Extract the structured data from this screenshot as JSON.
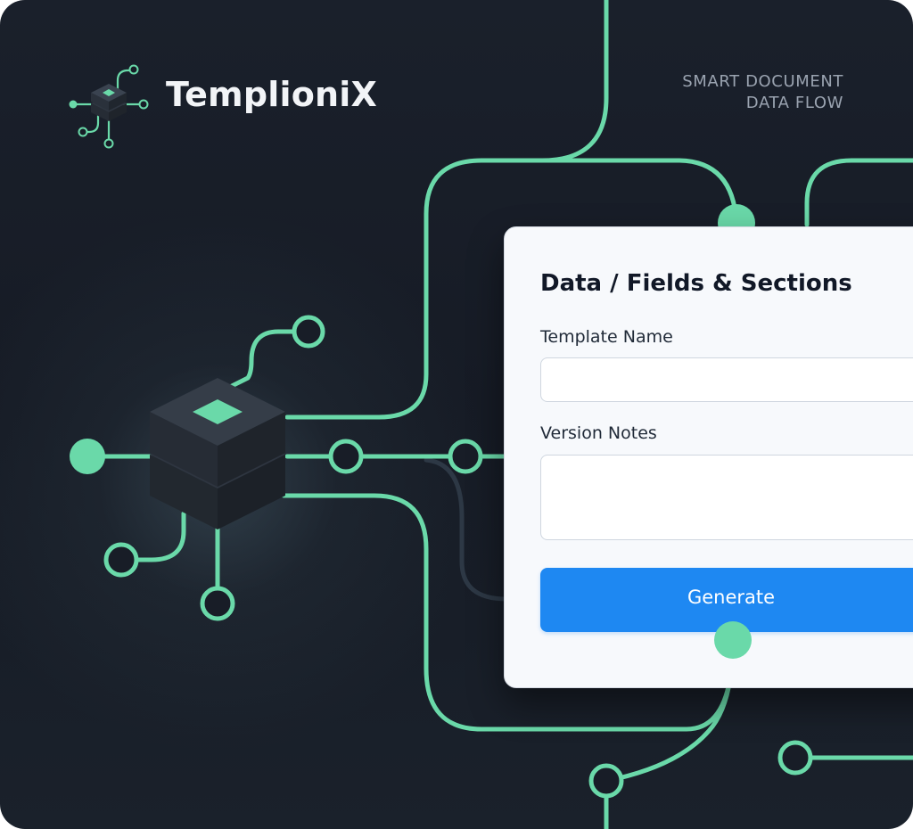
{
  "brand": {
    "name": "TemplioniX",
    "logo_icon": "circuit-chip-icon"
  },
  "tagline": {
    "line1": "SMART DOCUMENT",
    "line2": "DATA FLOW"
  },
  "form": {
    "title": "Data / Fields & Sections",
    "template_name_label": "Template Name",
    "template_name_value": "",
    "version_notes_label": "Version Notes",
    "version_notes_value": "",
    "generate_label": "Generate"
  },
  "colors": {
    "background": "#181d27",
    "circuit_accent": "#6ad9a9",
    "primary_button": "#1e88f2",
    "card_background": "#f7f9fc"
  },
  "icons": {
    "chip": "isometric-chip-icon",
    "node": "circuit-node-icon"
  }
}
